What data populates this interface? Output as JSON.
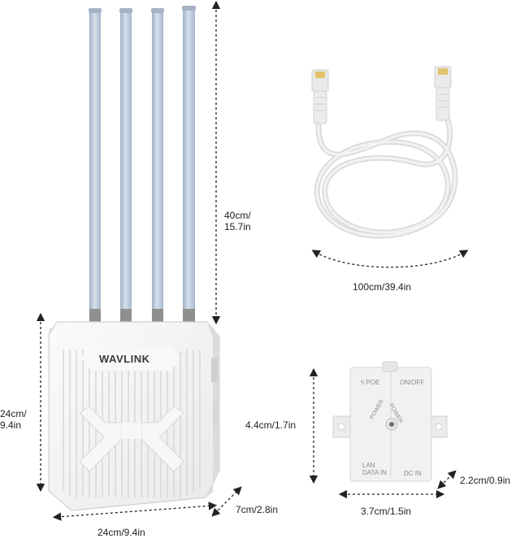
{
  "brand": {
    "logo_text": "WAVLINK"
  },
  "dimensions": {
    "antenna_height": "40cm/\n15.7in",
    "router_height": "24cm/\n9.4in",
    "router_width": "24cm/9.4in",
    "router_depth": "7cm/2.8in",
    "cable_length": "100cm/39.4in",
    "injector_height": "4.4cm/1.7in",
    "injector_width": "3.7cm/1.5in",
    "injector_depth": "2.2cm/0.9in"
  },
  "injector_labels": {
    "poe": "ϟ POE",
    "on_off": "ON/OFF",
    "lan_data_in": "LAN\nDATA IN",
    "dc_in": "DC IN",
    "power_left": "POWER",
    "power_right": "POWER"
  },
  "colors": {
    "antenna": "#b9c7d8",
    "device": "#f3f3f3",
    "cable": "#e4e4e4",
    "arrow": "#222222"
  }
}
